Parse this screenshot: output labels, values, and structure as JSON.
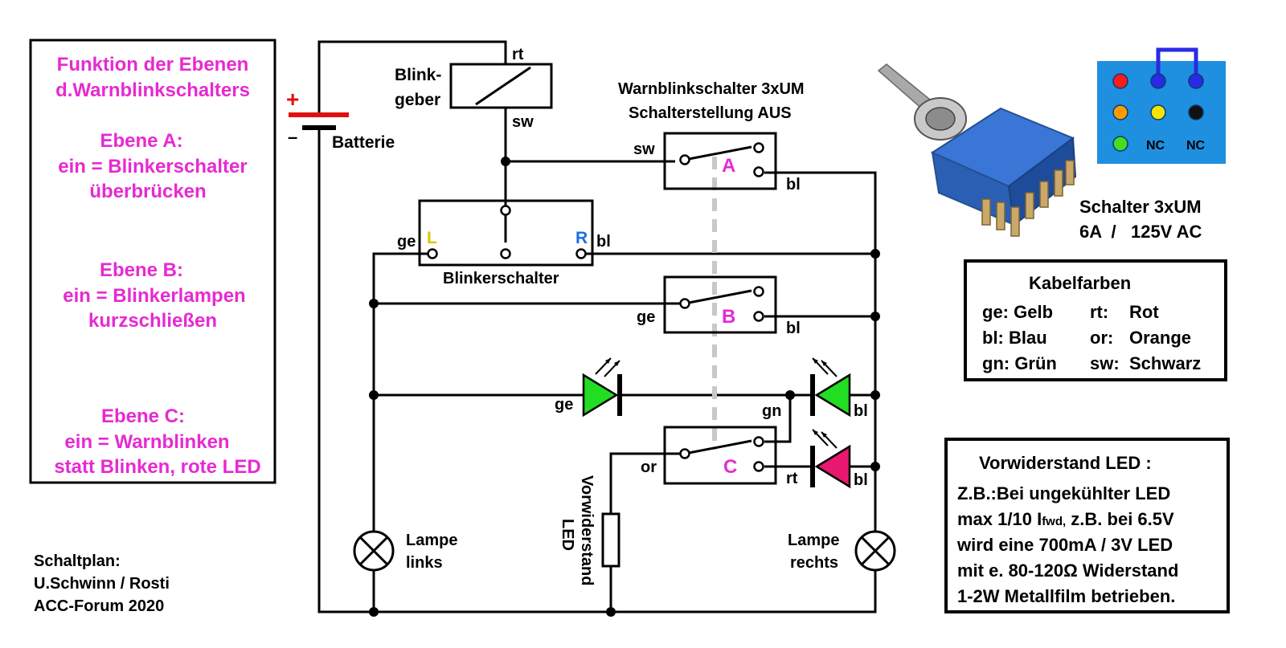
{
  "title": "Warnblinkschalter 3xUM",
  "subtitle": "Schalterstellung AUS",
  "function_box": {
    "heading": [
      "Funktion der Ebenen",
      "d.Warnblinkschalters"
    ],
    "ebene_a": [
      "Ebene A:",
      "ein = Blinkerschalter",
      "überbrücken"
    ],
    "ebene_b": [
      "Ebene B:",
      "ein = Blinkerlampen",
      "kurzschließen"
    ],
    "ebene_c": [
      "Ebene C:",
      "ein = Warnblinken",
      "statt Blinken, rote LED"
    ]
  },
  "credits": [
    "Schaltplan:",
    "U.Schwinn / Rosti",
    "ACC-Forum  2020"
  ],
  "battery": {
    "plus": "+",
    "minus": "–",
    "label": "Batterie"
  },
  "blinkgeber": {
    "label": [
      "Blink-",
      "geber"
    ],
    "top_wire": "rt",
    "bottom_wire": "sw"
  },
  "blinkerschalter": {
    "label": "Blinkerschalter",
    "left": "L",
    "right": "R",
    "left_wire": "ge",
    "right_wire": "bl"
  },
  "switch_a": {
    "letter": "A",
    "in_wire": "sw",
    "out_wire": "bl"
  },
  "switch_b": {
    "letter": "B",
    "in_wire": "ge",
    "out_wire": "bl"
  },
  "switch_c": {
    "letter": "C",
    "in_wire": "or",
    "out_wire": "rt",
    "top_wire": "gn"
  },
  "led_row": {
    "left_wire": "ge",
    "right_wire": "bl",
    "green_led_color": "#22dd22",
    "red_led_color": "#e8186e"
  },
  "led_red_wire": "bl",
  "vorwiderstand_label": [
    "Vorwiderstand",
    "LED"
  ],
  "lamp_left": [
    "Lampe",
    "links"
  ],
  "lamp_right": [
    "Lampe",
    "rechts"
  ],
  "switch_photo": {
    "caption": [
      "Schalter 3xUM",
      "6A  /   125V AC"
    ],
    "pin_labels": [
      "NC",
      "NC"
    ],
    "pin_colors": [
      "#ff1a1a",
      "#2a2ae6",
      "#2a2ae6",
      "#ff9a00",
      "#f5e400",
      "#111111",
      "#44dd22"
    ],
    "panel_color": "#1f8fe0"
  },
  "kabelfarben": {
    "title": "Kabelfarben",
    "rows": [
      [
        "ge: Gelb",
        "rt:",
        "Rot"
      ],
      [
        "bl:  Blau",
        "or:",
        "Orange"
      ],
      [
        "gn: Grün",
        "sw:",
        "Schwarz"
      ]
    ]
  },
  "vorwiderstand_box": {
    "title": "Vorwiderstand LED :",
    "lines": [
      "Z.B.:Bei ungekühlter LED",
      "max 1/10 I",
      "fwd,",
      " z.B. bei 6.5V",
      "wird eine 700mA / 3V LED",
      "mit e. 80-120Ω Widerstand",
      "1-2W Metallfilm betrieben."
    ]
  },
  "colors": {
    "magenta": "#e62ad2",
    "yellow_L": "#d6c800",
    "blue_R": "#1a6ee6",
    "battery_red": "#e01010",
    "dashed": "#c8c8c8"
  }
}
